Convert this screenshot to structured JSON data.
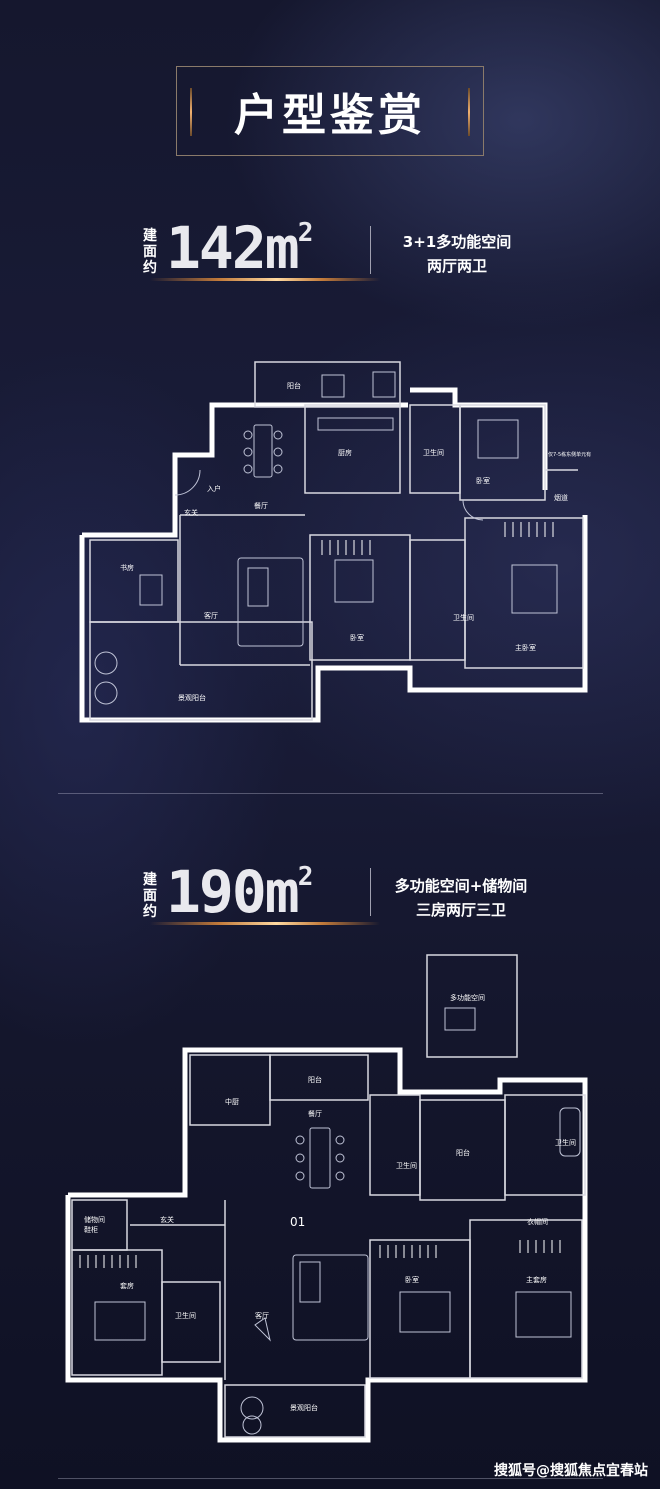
{
  "header": {
    "title": "户型鉴赏"
  },
  "units": [
    {
      "area_prefix_top": "建",
      "area_prefix_mid": "面",
      "area_prefix_bottom": "约",
      "area_number": "142m",
      "area_sup": "2",
      "desc_line1": "3+1多功能空间",
      "desc_line2": "两厅两卫",
      "rooms": {
        "balcony": "阳台",
        "kitchen": "厨房",
        "dining": "餐厅",
        "entrance": "入户",
        "foyer": "玄关",
        "study": "书房",
        "living": "客厅",
        "bedroom1": "卧室",
        "bedroom2": "卧室",
        "bath1": "卫生间",
        "bath2": "卫生间",
        "master": "主卧室",
        "view_balcony": "景观阳台",
        "flue": "烟道",
        "note": "仅7-5栋东侧单元有"
      }
    },
    {
      "area_prefix_top": "建",
      "area_prefix_mid": "面",
      "area_prefix_bottom": "约",
      "area_number": "190m",
      "area_sup": "2",
      "desc_line1": "多功能空间+储物间",
      "desc_line2": "三房两厅三卫",
      "rooms": {
        "multi": "多功能空间",
        "kitchen": "中厨",
        "balcony_top": "阳台",
        "dining": "餐厅",
        "bath_mid": "卫生间",
        "balcony_mid": "阳台",
        "bath_right": "卫生间",
        "storage": "储物间",
        "shoes": "鞋柜",
        "foyer": "玄关",
        "unit_no": "01",
        "cloak": "衣帽间",
        "suite": "套房",
        "bath_left": "卫生间",
        "living": "客厅",
        "bedroom": "卧室",
        "master": "主套房",
        "view_balcony": "景观阳台"
      }
    }
  ],
  "watermark": "搜狐号@搜狐焦点宜春站"
}
